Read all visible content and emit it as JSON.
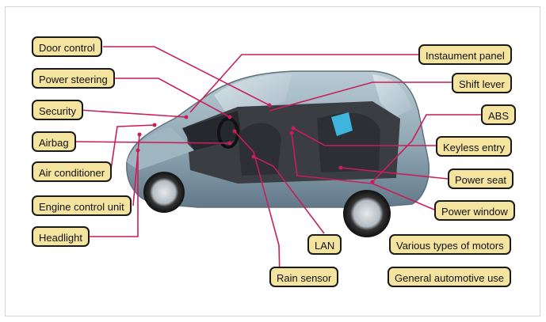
{
  "diagram": {
    "left_labels": [
      {
        "key": "door",
        "text": "Door control"
      },
      {
        "key": "steering",
        "text": "Power steering"
      },
      {
        "key": "security",
        "text": "Security"
      },
      {
        "key": "airbag",
        "text": "Airbag"
      },
      {
        "key": "aircon",
        "text": "Air conditioner"
      },
      {
        "key": "ecu",
        "text": "Engine control unit"
      },
      {
        "key": "headlight",
        "text": "Headlight"
      }
    ],
    "right_labels": [
      {
        "key": "instrument",
        "text": "Instaument panel"
      },
      {
        "key": "shift",
        "text": "Shift lever"
      },
      {
        "key": "abs",
        "text": "ABS"
      },
      {
        "key": "keyless",
        "text": "Keyless entry"
      },
      {
        "key": "seat",
        "text": "Power seat"
      },
      {
        "key": "window",
        "text": "Power window"
      },
      {
        "key": "motors",
        "text": "Various types of motors"
      },
      {
        "key": "general",
        "text": "General automotive use"
      }
    ],
    "center_labels": [
      {
        "key": "lan",
        "text": "LAN"
      },
      {
        "key": "rain",
        "text": "Rain sensor"
      }
    ]
  },
  "colors": {
    "label_fill": "#f4e4a0",
    "label_border": "#1a1a1a",
    "leader_line": "#c81e5a",
    "car_body": "#8fa7b3"
  }
}
